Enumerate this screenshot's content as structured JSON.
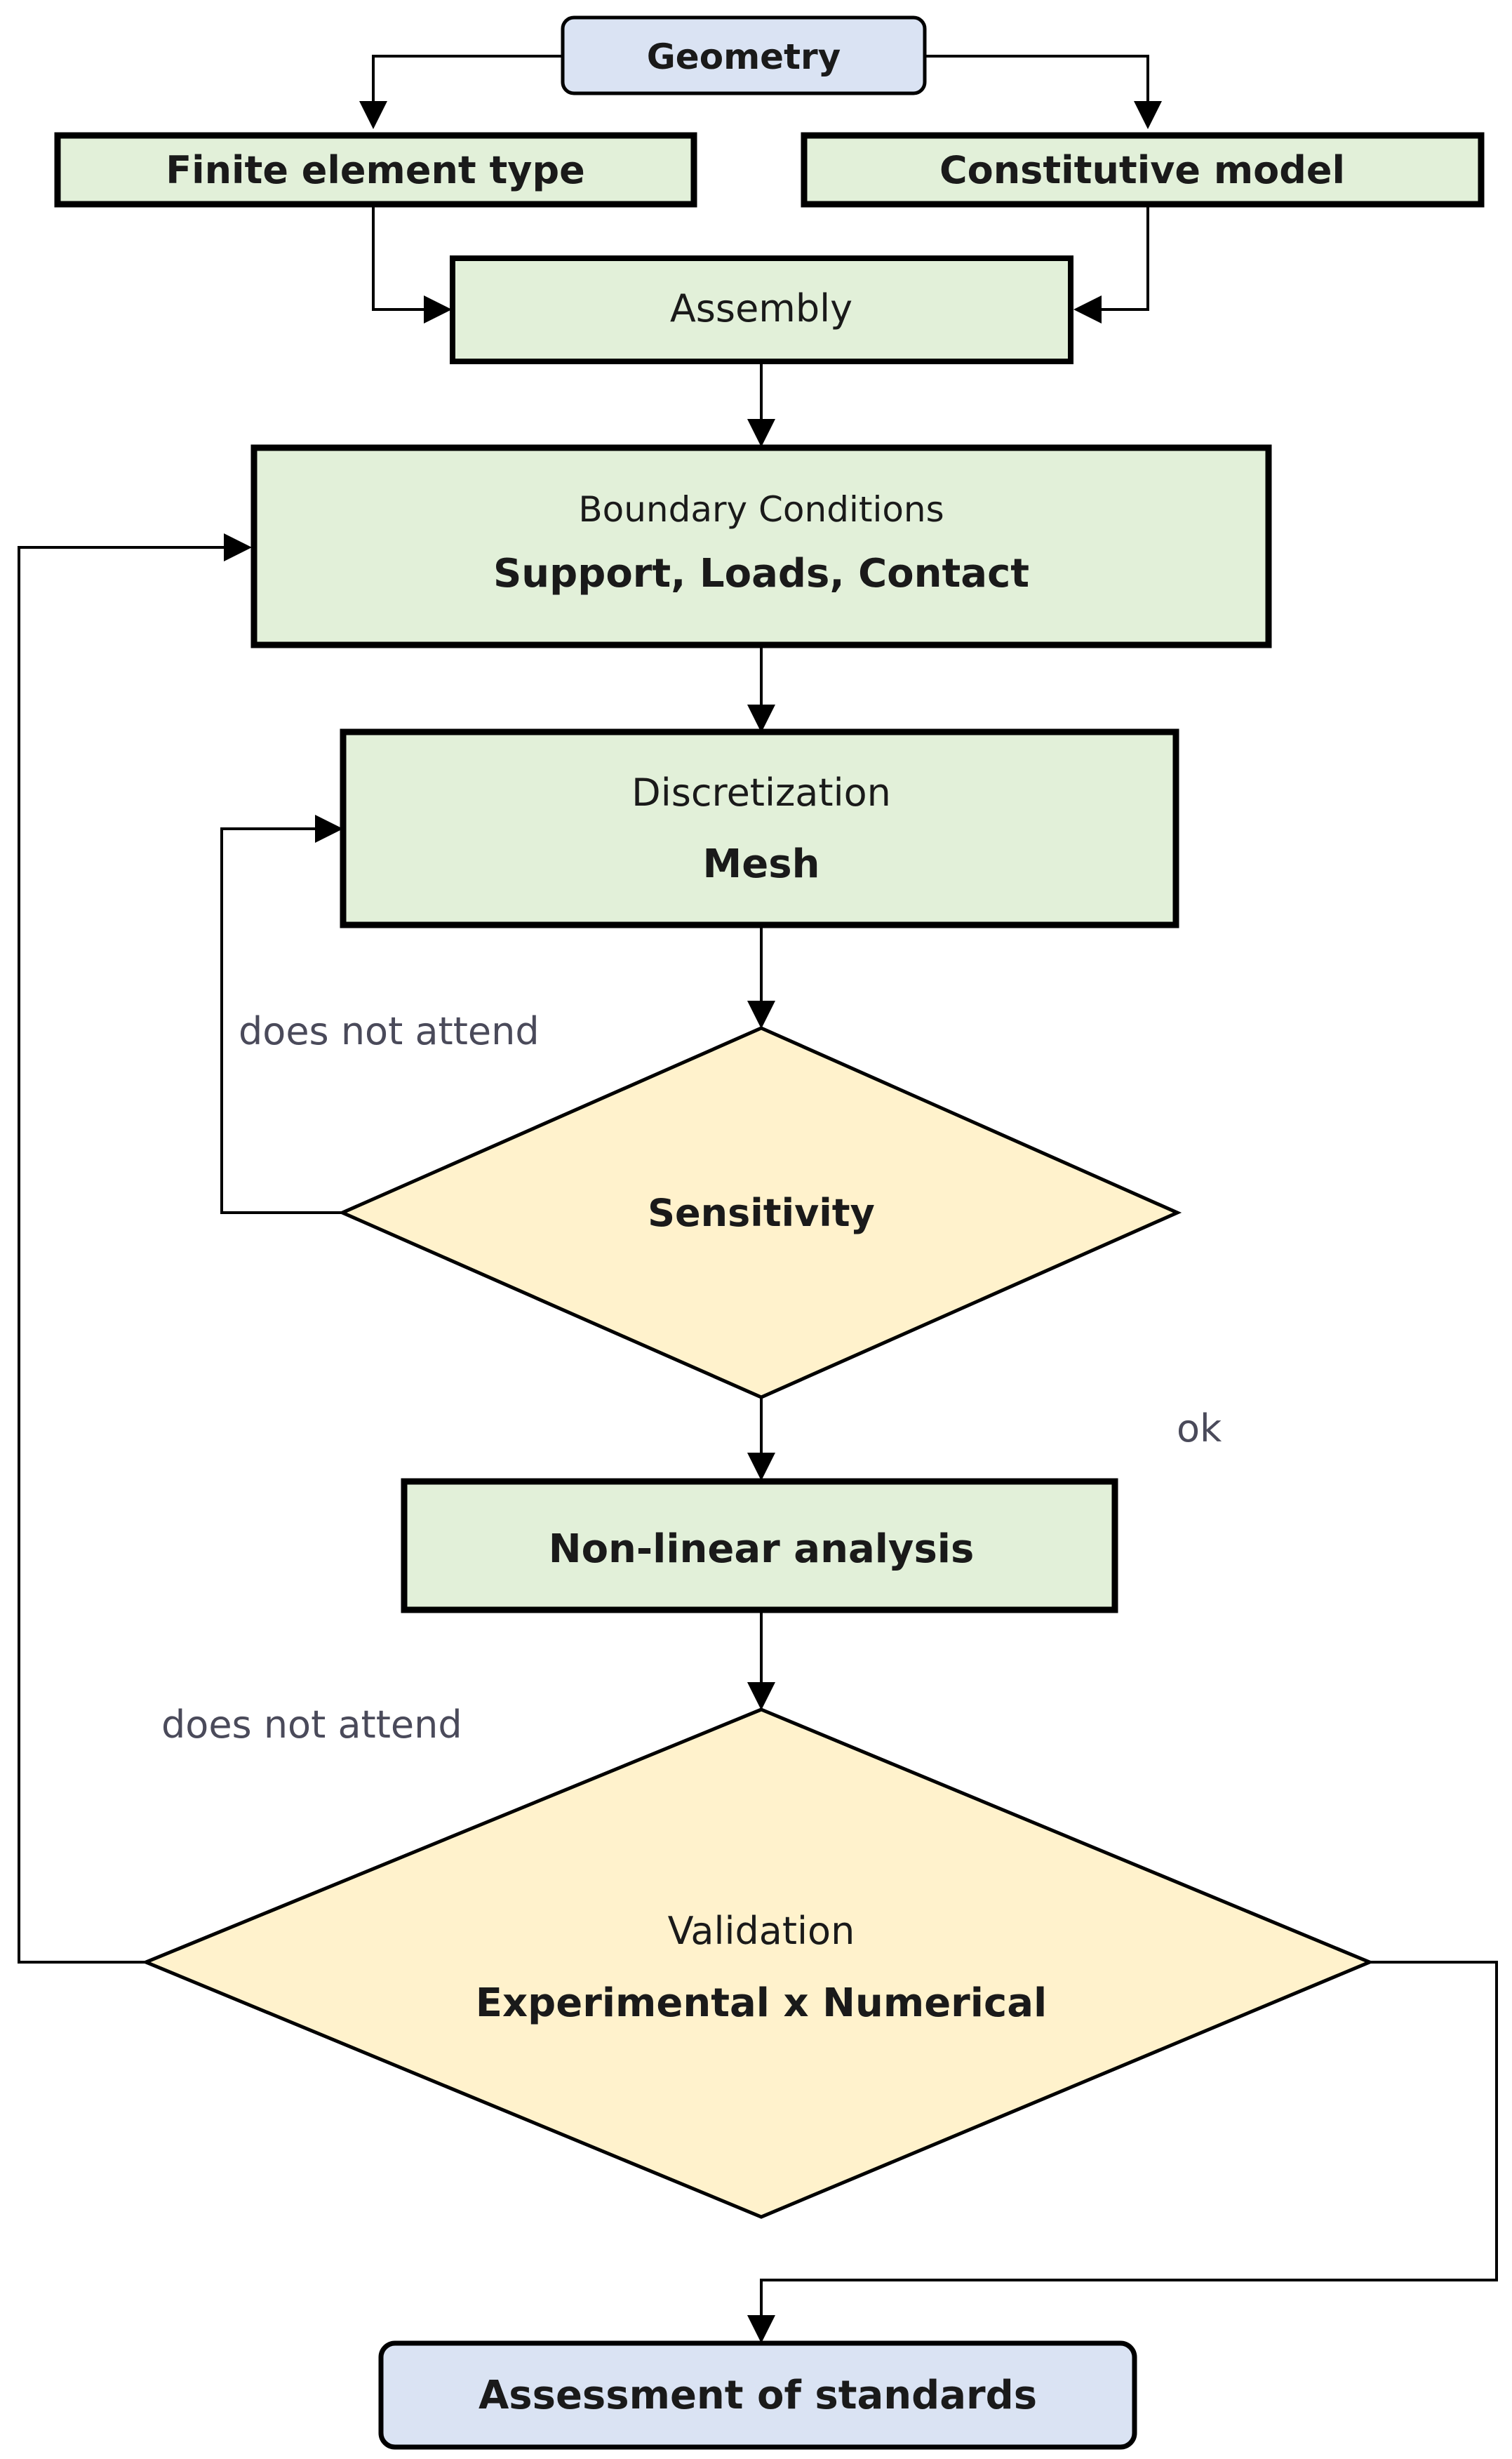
{
  "colors": {
    "process_fill": "#e2f0d9",
    "terminal_fill": "#dae3f3",
    "decision_fill": "#fff2cc",
    "stroke": "#000000"
  },
  "nodes": {
    "geometry": "Geometry",
    "finite_element_type": "Finite element type",
    "constitutive_model": "Constitutive model",
    "assembly": "Assembly",
    "boundary": {
      "title": "Boundary Conditions",
      "detail": "Support, Loads, Contact"
    },
    "discretization": {
      "title": "Discretization",
      "detail": "Mesh"
    },
    "sensitivity": "Sensitivity",
    "nonlinear": "Non-linear analysis",
    "validation": {
      "title": "Validation",
      "detail": "Experimental x Numerical"
    },
    "assessment": "Assessment of standards"
  },
  "labels": {
    "loop_discretization": "does not attend",
    "ok": "ok",
    "loop_boundary": "does not attend"
  }
}
